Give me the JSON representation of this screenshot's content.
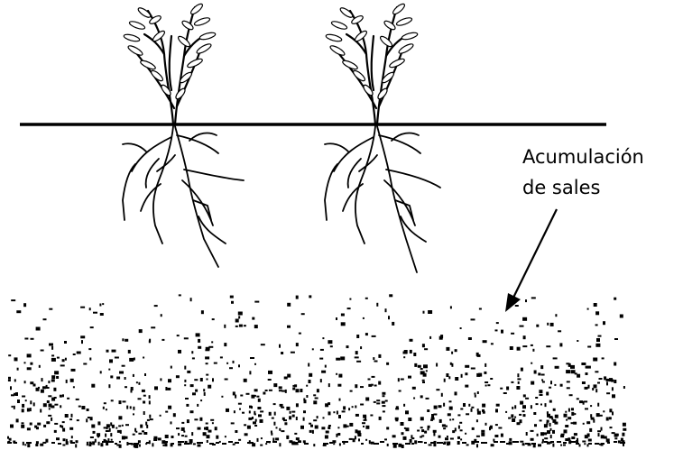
{
  "annotation": {
    "line1": "Acumulación",
    "line2": "de sales"
  },
  "colors": {
    "ink": "#000000",
    "background": "#ffffff"
  },
  "figure": {
    "plant_count": 2,
    "elements": [
      "plant-1",
      "plant-2",
      "ground-line",
      "salt-accumulation",
      "annotation-arrow"
    ]
  }
}
